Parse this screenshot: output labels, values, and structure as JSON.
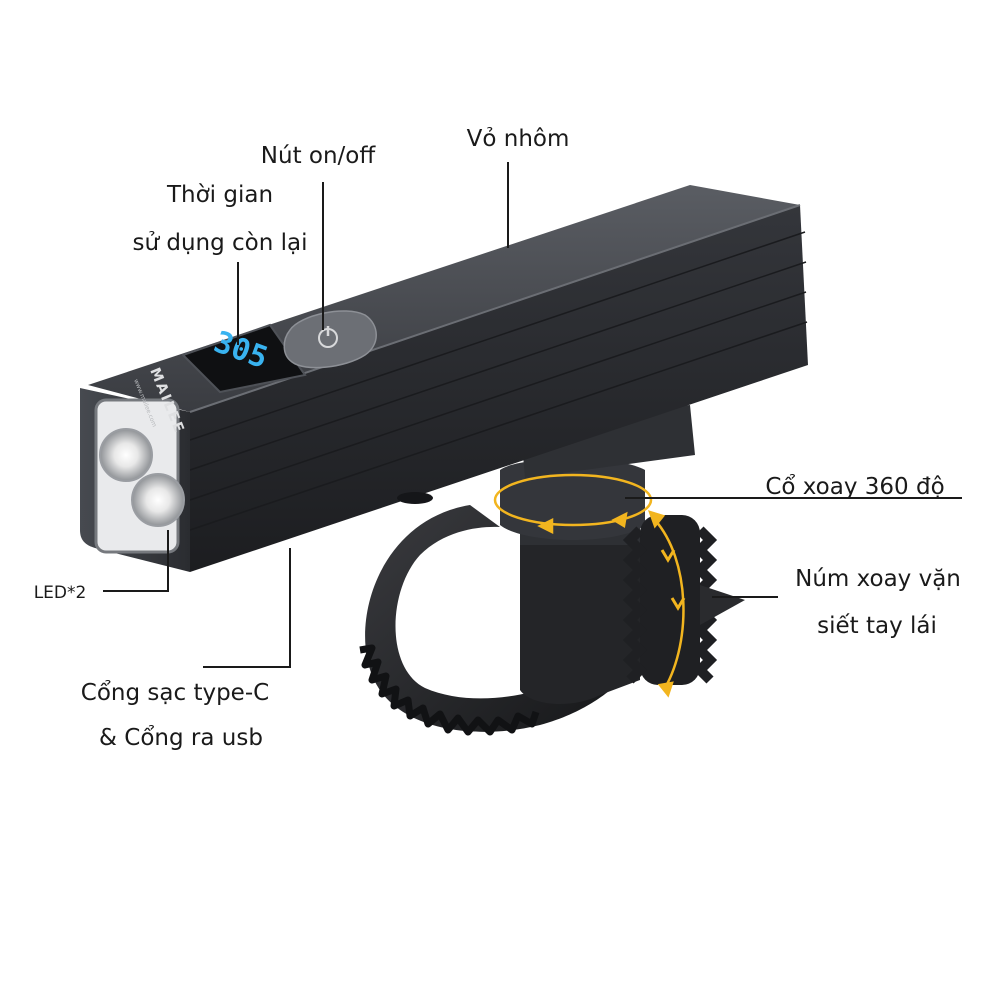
{
  "labels": {
    "remaining_time_line1": "Thời gian",
    "remaining_time_line2": "sử dụng còn lại",
    "power_button": "Nút on/off",
    "aluminum_shell": "Vỏ nhôm",
    "swivel_neck": "Cổ xoay 360 độ",
    "knob_line1": "Núm xoay vặn",
    "knob_line2": "siết tay lái",
    "led": "LED*2",
    "port_line1": "Cổng sạc type-C",
    "port_line2": "& Cổng ra usb"
  },
  "product": {
    "display_value": "305",
    "brand": "MAILEE",
    "brand_sub": "www.mailee.com"
  },
  "colors": {
    "body": "#2b2d31",
    "display_digits": "#39b3f0",
    "rotation_arrow": "#f2b51f",
    "leader_line": "#1a1a1a"
  }
}
